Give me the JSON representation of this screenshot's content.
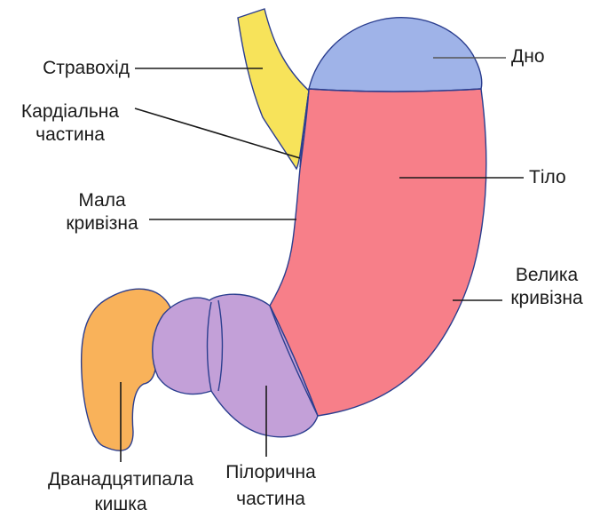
{
  "colors": {
    "esophagus": "#F7E35A",
    "fundus": "#9FB3E8",
    "body": "#F77F89",
    "pylorus": "#C3A0D8",
    "duodenum": "#F9B25A",
    "outline": "#2B3E8F"
  },
  "labels": {
    "esophagus": "Стравохід",
    "cardia_line1": "Кардіальна",
    "cardia_line2": "частина",
    "fundus": "Дно",
    "body": "Тіло",
    "lesser_line1": "Мала",
    "lesser_line2": "кривізна",
    "greater_line1": "Велика",
    "greater_line2": "кривізна",
    "duodenum_line1": "Дванадцятипала",
    "duodenum_line2": "кишка",
    "pyloric_line1": "Пілорична",
    "pyloric_line2": "частина"
  }
}
